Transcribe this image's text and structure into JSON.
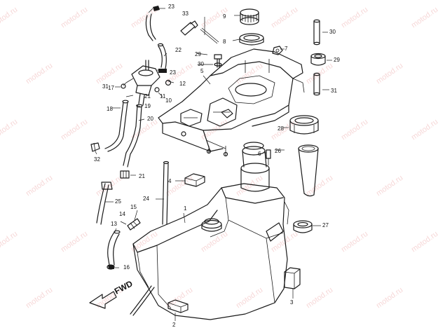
{
  "watermark": "motod.ru",
  "fwd_label": "FWD",
  "callouts": [
    "1",
    "2",
    "3",
    "4",
    "5",
    "6",
    "7",
    "8",
    "9",
    "10",
    "11",
    "12",
    "13",
    "14",
    "15",
    "16",
    "17",
    "18",
    "19",
    "20",
    "21",
    "21",
    "22",
    "23",
    "23",
    "24",
    "25",
    "26",
    "27",
    "28",
    "29",
    "29",
    "30",
    "30",
    "31",
    "31",
    "32",
    "33"
  ]
}
